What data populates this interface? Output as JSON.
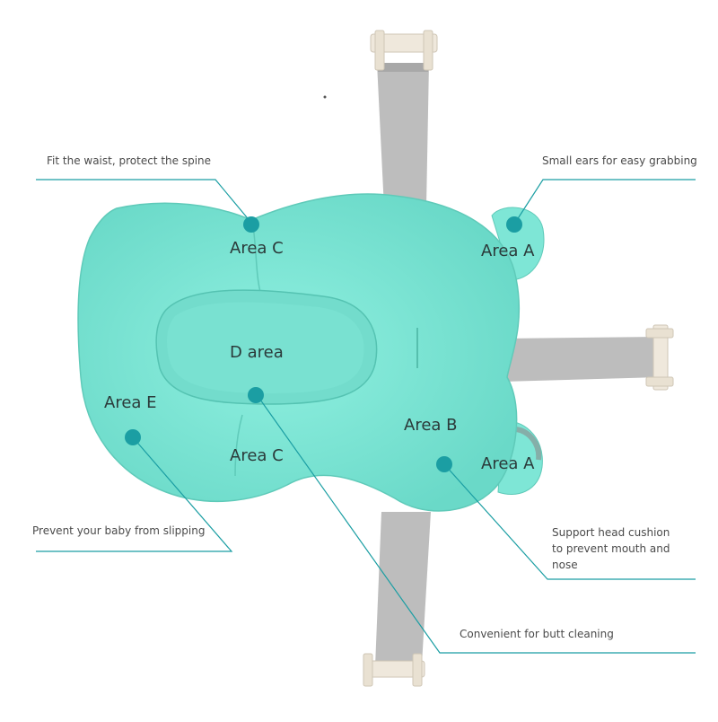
{
  "colors": {
    "cushion": "#7ee6d6",
    "cushion_shadow": "#5fd0c0",
    "cushion_center": "#6fdbcc",
    "accent_teal": "#1b9ea3",
    "strap": "#b9b9b9",
    "buckle": "#efe8dc"
  },
  "area_labels": {
    "area_c_top": "Area C",
    "area_a_top": "Area A",
    "d_area": "D area",
    "area_e": "Area E",
    "area_b": "Area B",
    "area_c_bottom": "Area C",
    "area_a_bottom": "Area A"
  },
  "captions": {
    "waist": "Fit the waist, protect the spine",
    "ears": "Small ears for easy grabbing",
    "slipping": "Prevent your baby from slipping",
    "head_line1": "Support head cushion",
    "head_line2": "to prevent mouth and",
    "head_line3": "nose",
    "butt": "Convenient for butt cleaning"
  }
}
